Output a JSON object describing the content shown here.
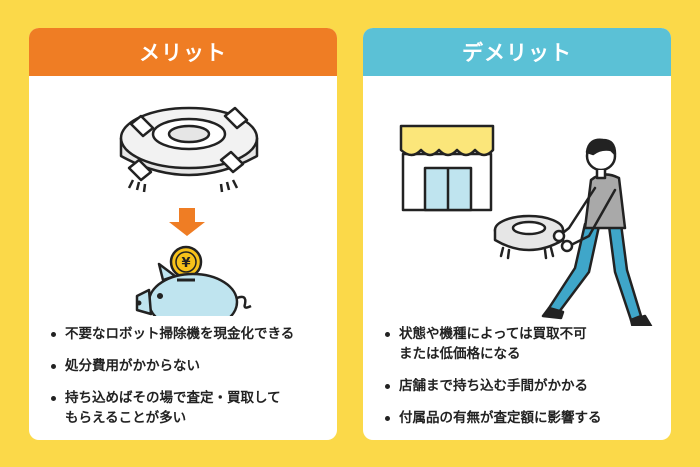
{
  "merit": {
    "title": "メリット",
    "coin_symbol": "¥",
    "points": [
      "不要なロボット掃除機を現金化できる",
      "処分費用がかからない",
      "持ち込めばその場で査定・買取して\nもらえることが多い"
    ]
  },
  "demerit": {
    "title": "デメリット",
    "points": [
      "状態や機種によっては買取不可\nまたは低価格になる",
      "店舗まで持ち込む手間がかかる",
      "付属品の有無が査定額に影響する"
    ]
  },
  "colors": {
    "background": "#fbd949",
    "merit_accent": "#ef7d24",
    "demerit_accent": "#5bc1d6",
    "coin": "#f7c21a",
    "piggy": "#bfe4ef",
    "awning": "#fbe67a",
    "shirt": "#a9a9a9",
    "pants": "#3fa6c9"
  },
  "icons": [
    "robot-vacuum-taped-icon",
    "down-arrow-icon",
    "yen-coin-icon",
    "piggy-bank-icon",
    "store-icon",
    "person-carrying-vacuum-icon"
  ]
}
